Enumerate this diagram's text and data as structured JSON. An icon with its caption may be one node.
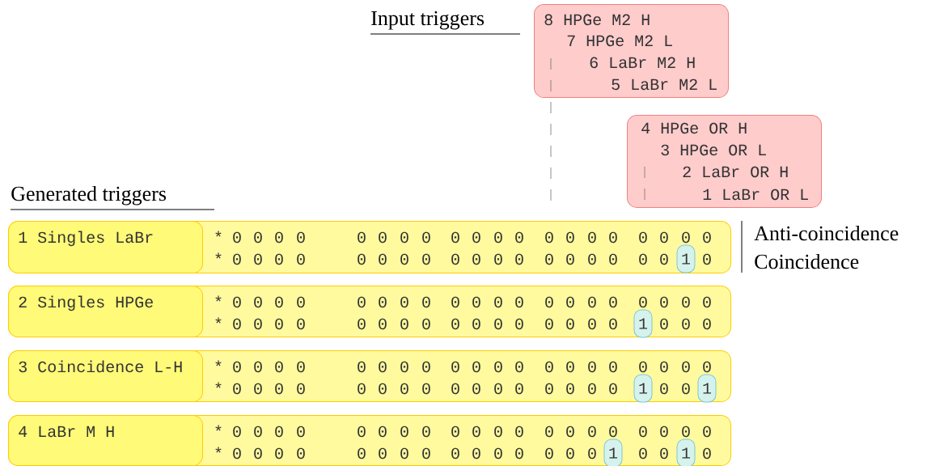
{
  "diagram": {
    "nodes": [
      {
        "text": [
          "8 HPGe M2 H",
          "7 HPGe M2 L",
          "6 LaBr M2 H",
          "5 LaBr M2 L"
        ]
      },
      {
        "text": [
          "4 HPGe OR H",
          "3 HPGe OR L",
          "2 LaBr OR H",
          "1 LaBr OR L"
        ]
      },
      {
        "text": [
          "*",
          "0",
          "0",
          "0",
          "0",
          "0",
          "0",
          "0",
          "0",
          "0",
          "0",
          "0",
          "0",
          "0",
          "0",
          "0",
          "0",
          "0",
          "0",
          "0",
          "0",
          "*",
          "0",
          "0",
          "0",
          "0",
          "0",
          "0",
          "0",
          "0",
          "0",
          "0",
          "0",
          "0",
          "0",
          "0",
          "0",
          "0",
          "0",
          "0",
          "0"
        ]
      },
      {
        "text": [
          "1 Singles LaBr"
        ],
        "in": 2
      },
      {
        "text": [
          "1"
        ],
        "in": 2
      },
      {
        "text": [
          "*",
          "0",
          "0",
          "0",
          "0",
          "0",
          "0",
          "0",
          "0",
          "0",
          "0",
          "0",
          "0",
          "0",
          "0",
          "0",
          "0",
          "0",
          "0",
          "0",
          "0",
          "*",
          "0",
          "0",
          "0",
          "0",
          "0",
          "0",
          "0",
          "0",
          "0",
          "0",
          "0",
          "0",
          "0",
          "0",
          "0",
          "0",
          "0",
          "0",
          "0"
        ]
      },
      {
        "text": [
          "2 Singles HPGe"
        ],
        "in": 5
      },
      {
        "text": [
          "1"
        ],
        "in": 5
      },
      {
        "text": [
          "*",
          "0",
          "0",
          "0",
          "0",
          "0",
          "0",
          "0",
          "0",
          "0",
          "0",
          "0",
          "0",
          "0",
          "0",
          "0",
          "0",
          "0",
          "0",
          "0",
          "0",
          "*",
          "0",
          "0",
          "0",
          "0",
          "0",
          "0",
          "0",
          "0",
          "0",
          "0",
          "0",
          "0",
          "0",
          "0",
          "0",
          "0",
          "0",
          "0"
        ]
      },
      {
        "text": [
          "3 Coincidence L-H"
        ],
        "in": 8
      },
      {
        "text": [
          "1"
        ],
        "in": 8
      },
      {
        "text": [
          "1"
        ],
        "in": 8
      },
      {
        "text": [
          "*",
          "0",
          "0",
          "0",
          "0",
          "0",
          "0",
          "0",
          "0",
          "0",
          "0",
          "0",
          "0",
          "0",
          "0",
          "0",
          "0",
          "0",
          "0",
          "0",
          "0",
          "*",
          "0",
          "0",
          "0",
          "0",
          "0",
          "0",
          "0",
          "0",
          "0",
          "0",
          "0",
          "0",
          "0",
          "0",
          "0",
          "0",
          "0",
          "0"
        ]
      },
      {
        "text": [
          "4 LaBr M H"
        ],
        "in": 12
      },
      {
        "text": [
          "1"
        ],
        "in": 12
      },
      {
        "text": [
          "1"
        ],
        "in": 12
      }
    ],
    "labels": [
      "Input triggers",
      "Generated triggers",
      "Anti-coincidence",
      "Coincidence"
    ]
  }
}
